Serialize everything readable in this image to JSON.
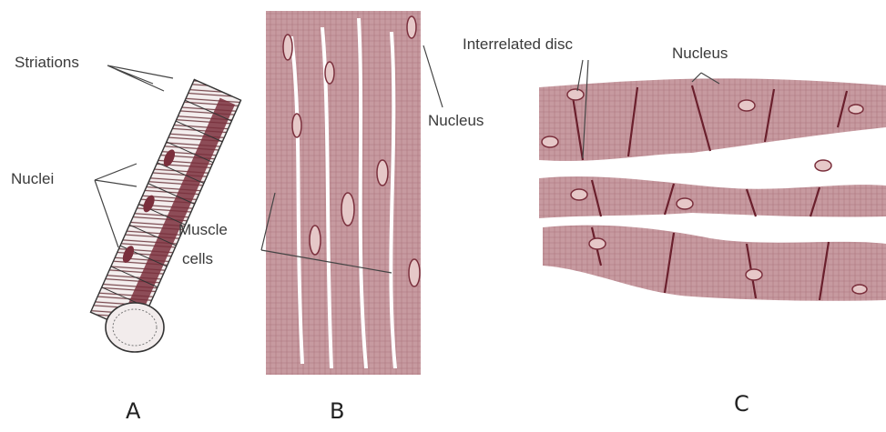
{
  "panels": {
    "a": {
      "letter": "A",
      "labels": {
        "striations": "Striations",
        "nuclei": "Nuclei"
      }
    },
    "b": {
      "letter": "B",
      "labels": {
        "nucleus": "Nucleus",
        "muscle_cells_1": "Muscle",
        "muscle_cells_2": "cells"
      }
    },
    "c": {
      "letter": "C",
      "labels": {
        "disc": "Interrelated disc",
        "nucleus": "Nucleus"
      }
    }
  },
  "colors": {
    "tissue": "#b07a80",
    "tissue_dark": "#7a2f3c",
    "nucleus_fill": "#e6c8c8",
    "line": "#555555"
  }
}
